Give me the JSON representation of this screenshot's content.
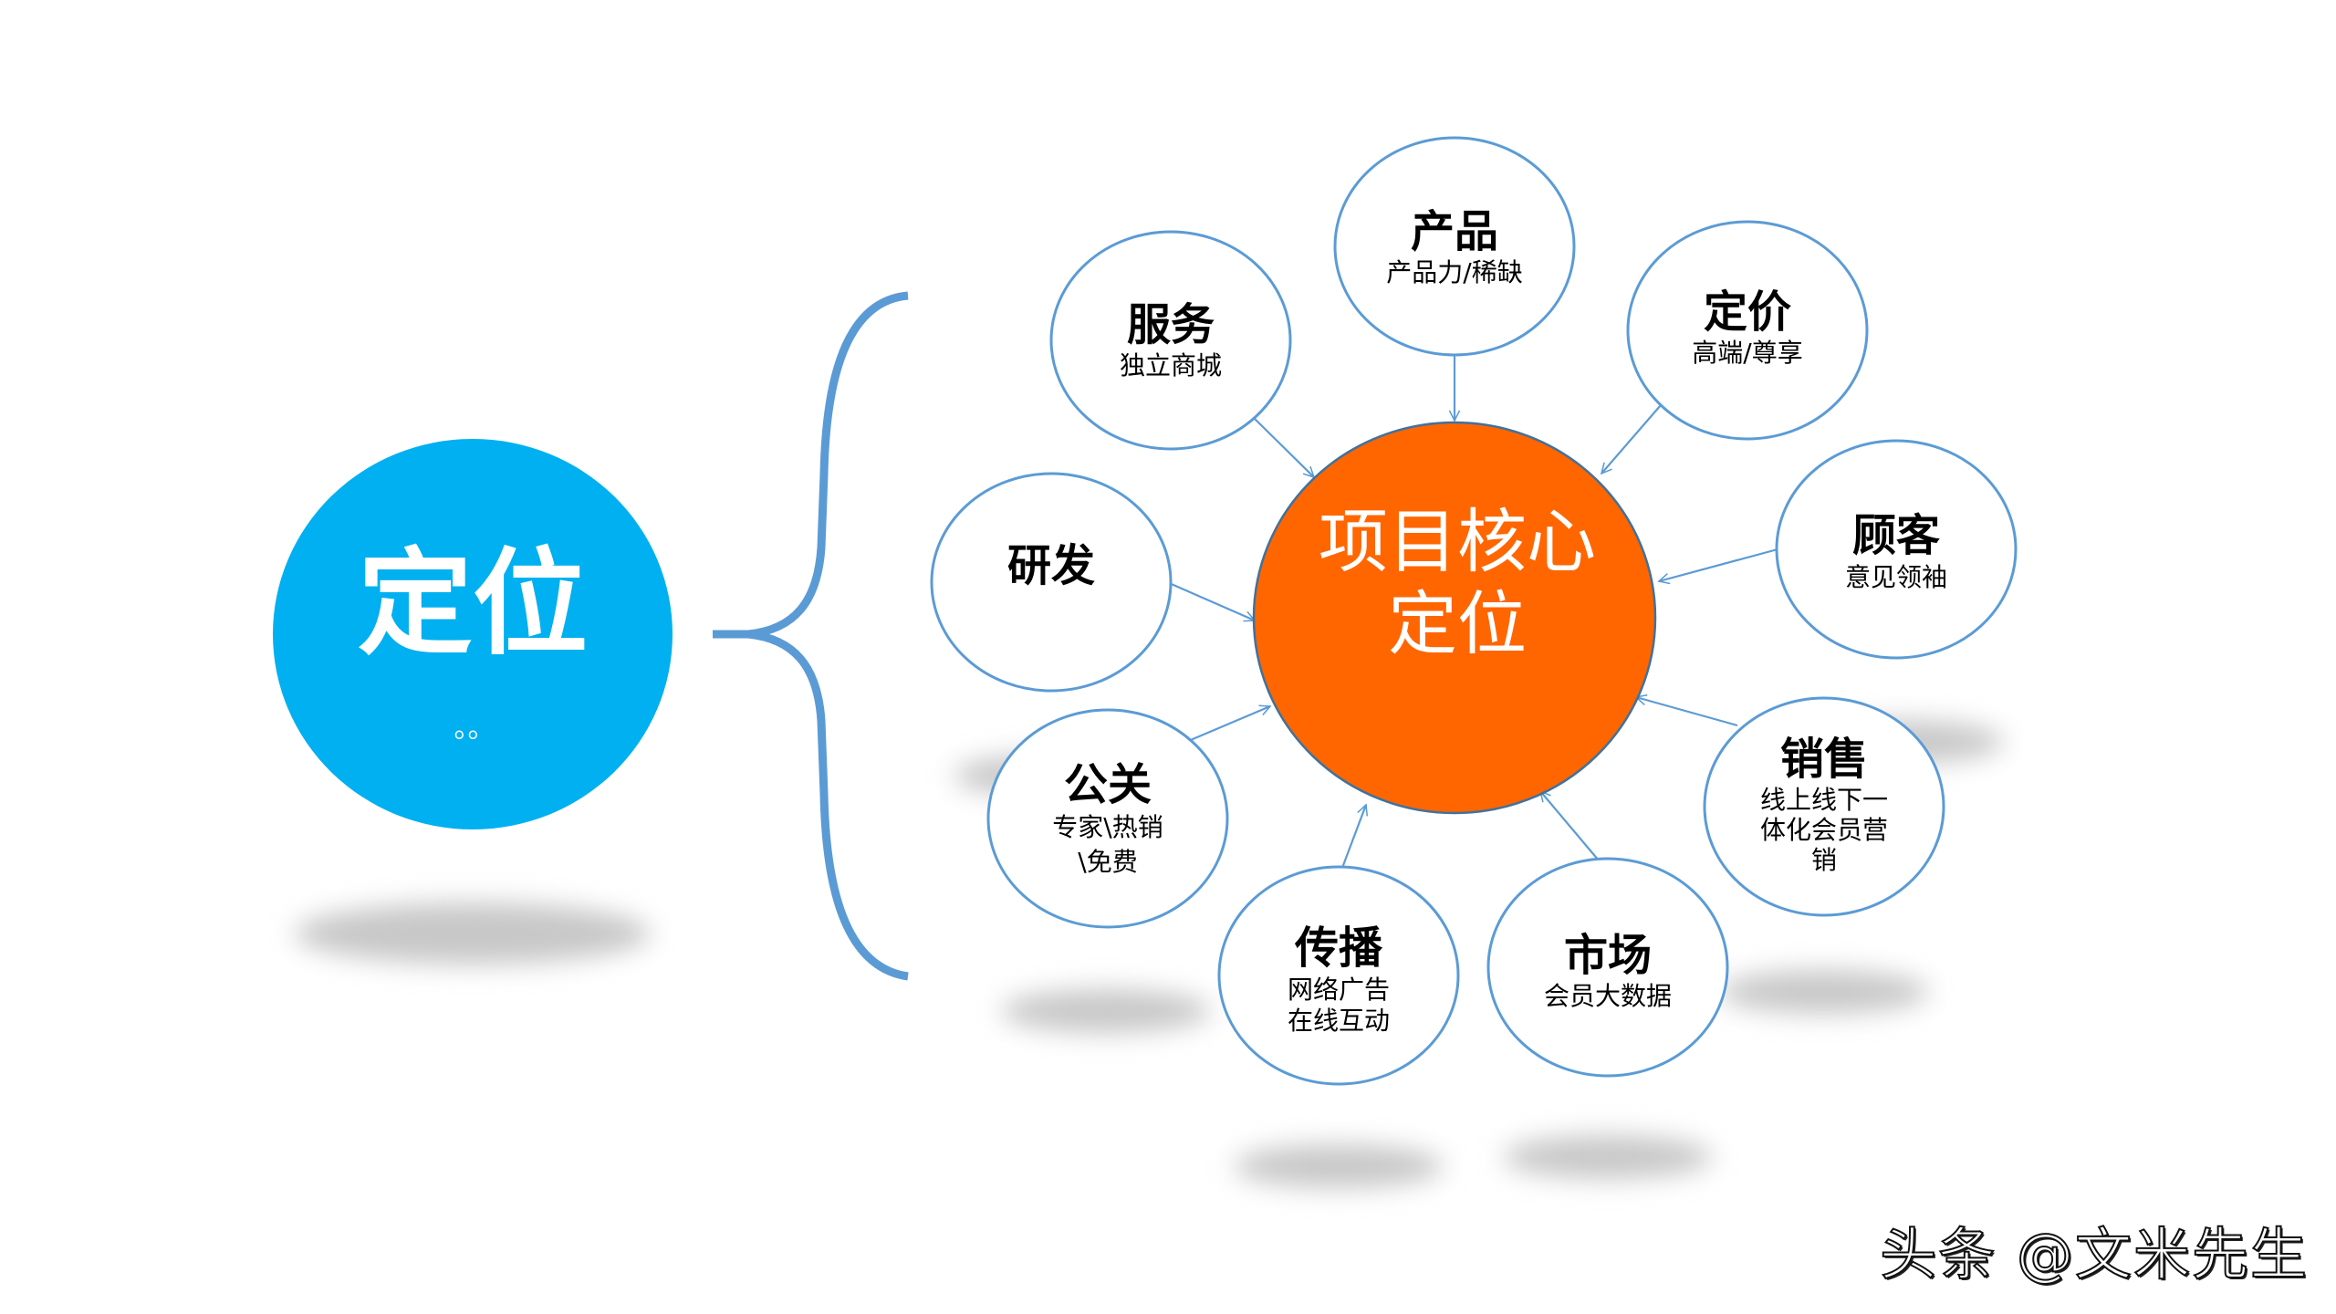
{
  "colors": {
    "hub_fill": "#00b0f0",
    "center_fill": "#ff6600",
    "center_stroke": "#41719c",
    "node_stroke": "#5b9bd5",
    "bracket": "#5b9bd5",
    "shadow": "#bfbfbf",
    "text": "#000000"
  },
  "hub": {
    "title": "定位",
    "dots": "。。"
  },
  "center": {
    "line1": "项目核心",
    "line2": "定位"
  },
  "nodes": [
    {
      "id": "product",
      "title": "产品",
      "sub": [
        "产品力/稀缺"
      ]
    },
    {
      "id": "pricing",
      "title": "定价",
      "sub": [
        "高端/尊享"
      ]
    },
    {
      "id": "customer",
      "title": "顾客",
      "sub": [
        "意见领袖"
      ]
    },
    {
      "id": "sales",
      "title": "销售",
      "sub": [
        "线上线下一",
        "体化会员营",
        "销"
      ]
    },
    {
      "id": "market",
      "title": "市场",
      "sub": [
        "会员大数据"
      ]
    },
    {
      "id": "promotion",
      "title": "传播",
      "sub": [
        "网络广告",
        "在线互动"
      ]
    },
    {
      "id": "pr",
      "title": "公关",
      "sub": [
        "专家\\热销",
        "\\免费"
      ]
    },
    {
      "id": "rnd",
      "title": "研发",
      "sub": []
    },
    {
      "id": "service",
      "title": "服务",
      "sub": [
        "独立商城"
      ]
    }
  ],
  "watermark": "头条 @文米先生"
}
